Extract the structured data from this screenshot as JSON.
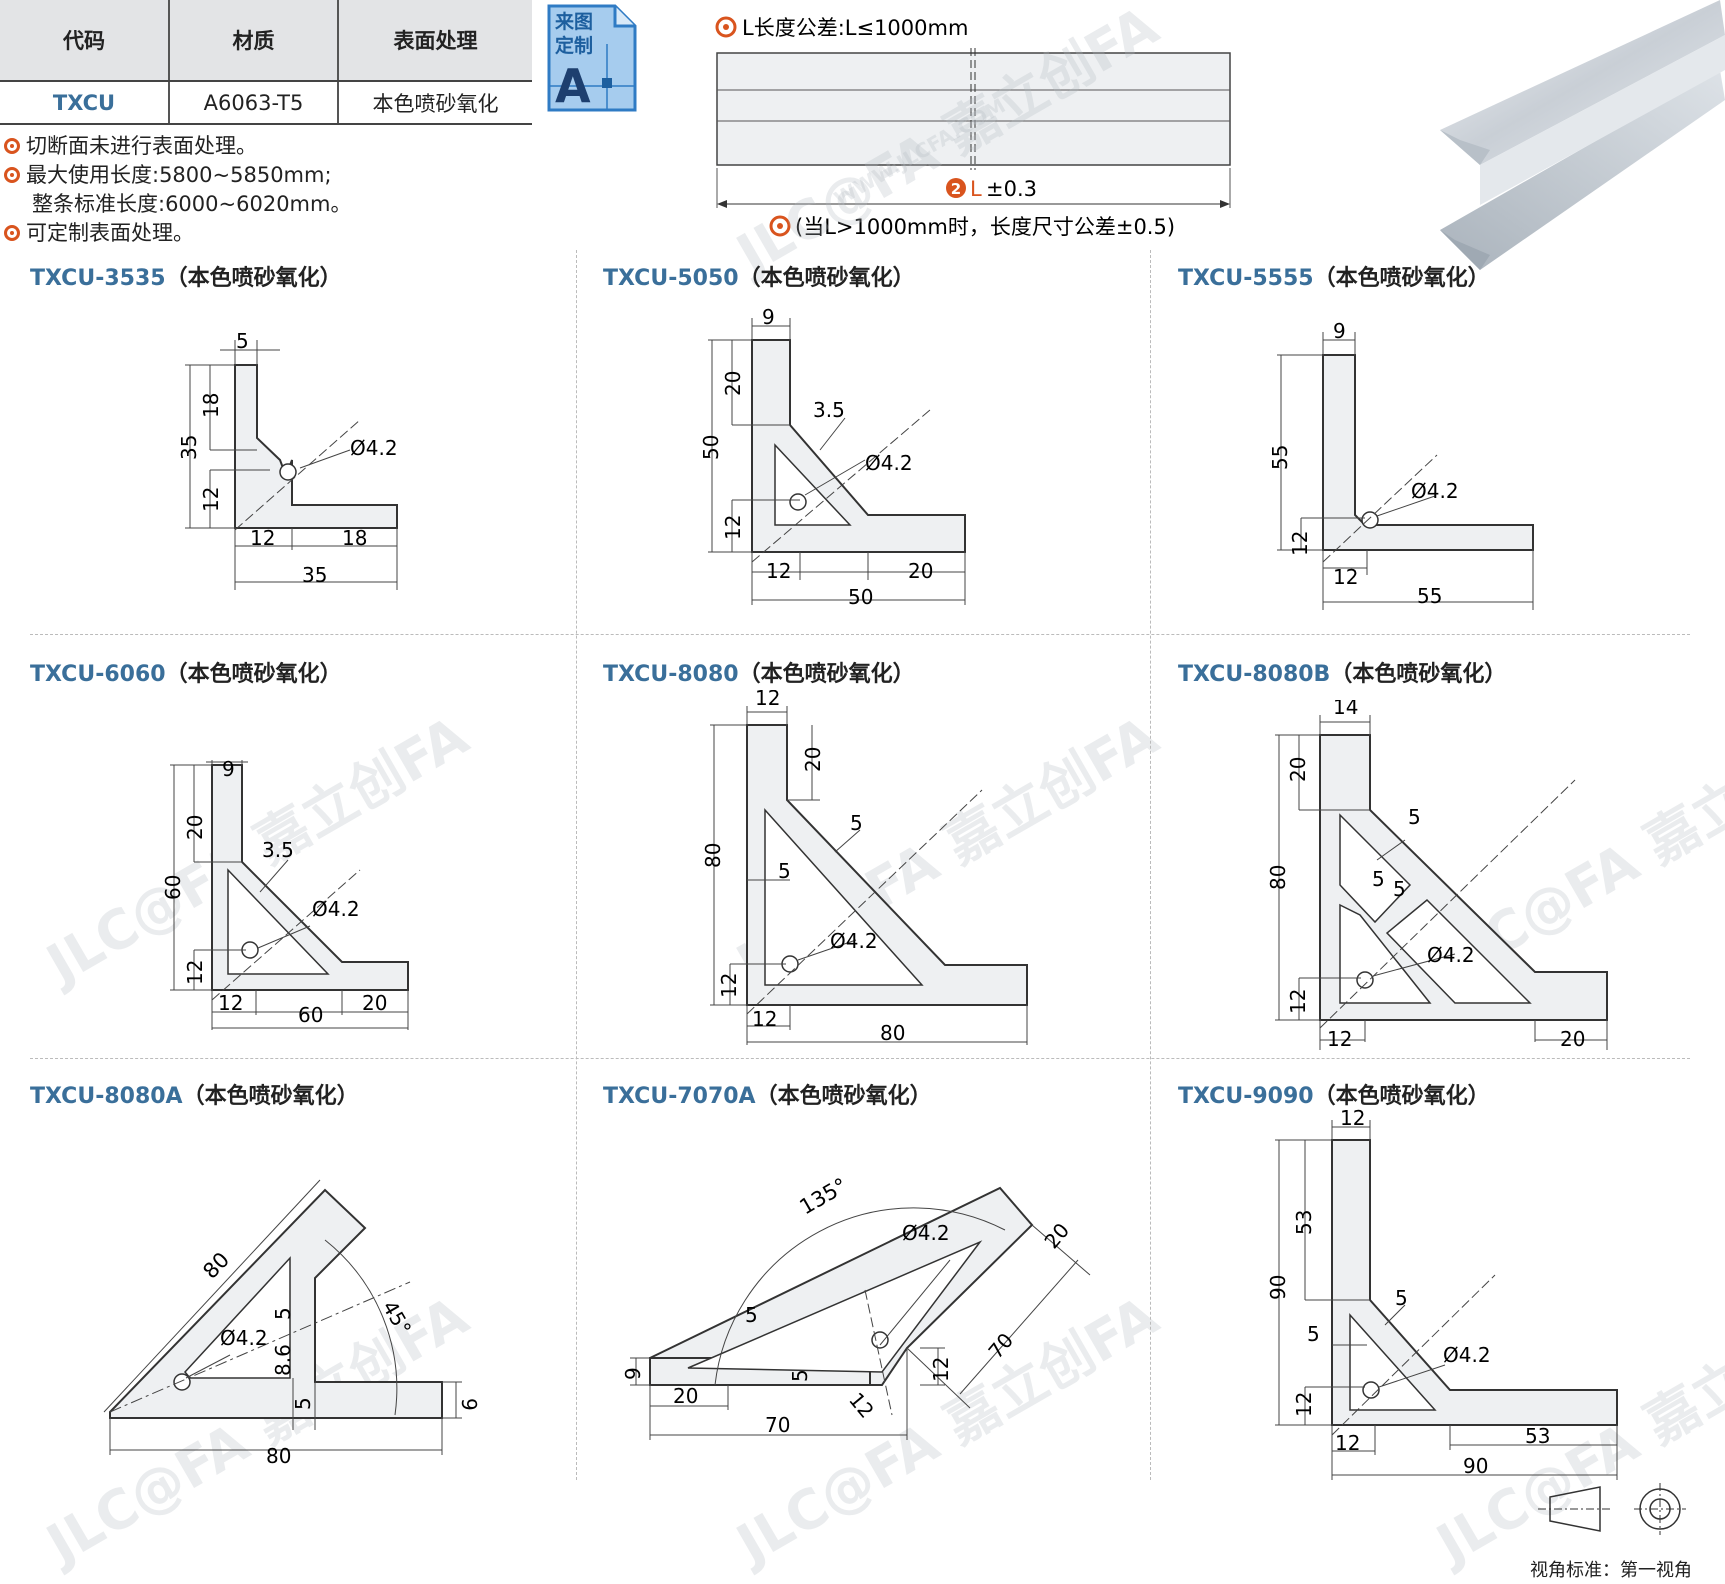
{
  "table": {
    "headers": [
      "代码",
      "材质",
      "表面处理"
    ],
    "row": [
      "TXCU",
      "A6063-T5",
      "本色喷砂氧化"
    ]
  },
  "stamp": {
    "line1": "来图",
    "line2": "定制",
    "letter": "A"
  },
  "notes": [
    "切断面未进行表面处理。",
    "最大使用长度:5800~5850mm;",
    "整条标准长度:6000~6020mm。",
    "可定制表面处理。"
  ],
  "length": {
    "title": "L长度公差:L≤1000mm",
    "num": "2",
    "letter": "L",
    "tol": "±0.3",
    "note": "(当L>1000mm时，长度尺寸公差±0.5)"
  },
  "watermark": {
    "brand": "JLC@FA 嘉立创FA",
    "url": "WWW.JLCFA.COM"
  },
  "profiles": [
    {
      "code": "TXCU-3535",
      "finish": "（本色喷砂氧化）"
    },
    {
      "code": "TXCU-5050",
      "finish": "（本色喷砂氧化）"
    },
    {
      "code": "TXCU-5555",
      "finish": "（本色喷砂氧化）"
    },
    {
      "code": "TXCU-6060",
      "finish": "（本色喷砂氧化）"
    },
    {
      "code": "TXCU-8080",
      "finish": "（本色喷砂氧化）"
    },
    {
      "code": "TXCU-8080B",
      "finish": "（本色喷砂氧化）"
    },
    {
      "code": "TXCU-8080A",
      "finish": "（本色喷砂氧化）"
    },
    {
      "code": "TXCU-7070A",
      "finish": "（本色喷砂氧化）"
    },
    {
      "code": "TXCU-9090",
      "finish": "（本色喷砂氧化）"
    }
  ],
  "dims": {
    "p3535": {
      "w": "5",
      "h1": "18",
      "total": "35",
      "h2": "12",
      "dia": "Ø4.2",
      "b1": "12",
      "b2": "18",
      "b3": "35"
    },
    "p5050": {
      "w": "9",
      "h1": "20",
      "total": "50",
      "h2": "12",
      "web": "3.5",
      "dia": "Ø4.2",
      "b1": "12",
      "b2": "20",
      "b3": "50"
    },
    "p5555": {
      "w": "9",
      "total": "55",
      "h2": "12",
      "dia": "Ø4.2",
      "b1": "12",
      "b3": "55"
    },
    "p6060": {
      "w": "9",
      "h1": "20",
      "total": "60",
      "h2": "12",
      "web": "3.5",
      "dia": "Ø4.2",
      "b1": "12",
      "b3": "60",
      "b2": "20"
    },
    "p8080": {
      "w": "12",
      "h1": "20",
      "total": "80",
      "h2": "12",
      "web": "5",
      "web2": "5",
      "dia": "Ø4.2",
      "b1": "12",
      "b3": "80"
    },
    "p8080b": {
      "w": "14",
      "h1": "20",
      "total": "80",
      "h2": "12",
      "web1": "5",
      "web2": "5",
      "web3": "5",
      "dia": "Ø4.2",
      "b1": "12",
      "b2": "20"
    },
    "p8080a": {
      "len": "80",
      "web": "5",
      "dia": "Ø4.2",
      "h1": "8.6",
      "h2": "5",
      "angle": "45°",
      "t": "9",
      "base": "80"
    },
    "p7070a": {
      "angle": "135°",
      "dia": "Ø4.2",
      "w2": "20",
      "t": "9",
      "web1": "5",
      "web2": "5",
      "h12a": "12",
      "h12b": "12",
      "b1": "20",
      "base": "70",
      "len": "70"
    },
    "p9090": {
      "w": "12",
      "h1": "53",
      "total": "90",
      "h2": "12",
      "web1": "5",
      "web2": "5",
      "dia": "Ø4.2",
      "b1": "12",
      "b2": "53",
      "b3": "90"
    }
  },
  "view": {
    "label": "视角标准：第一视角"
  }
}
